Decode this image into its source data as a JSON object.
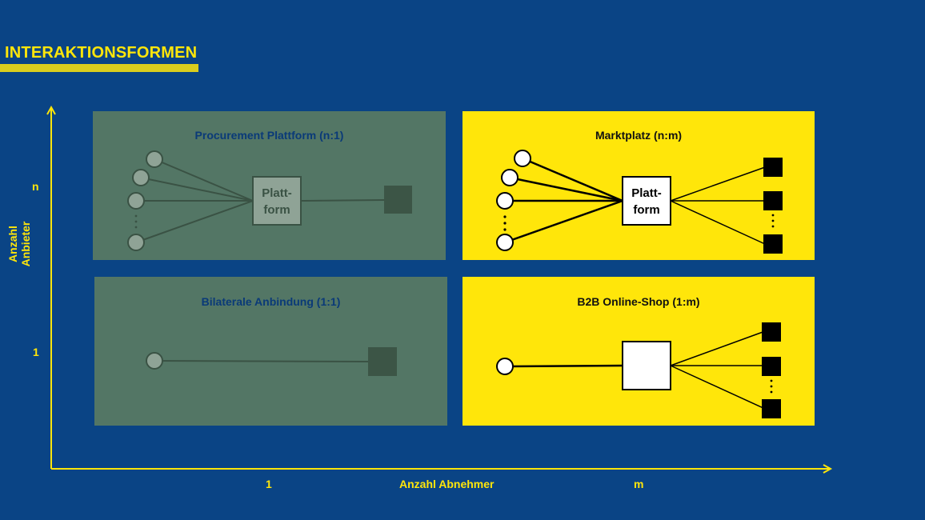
{
  "header": {
    "title": "INTERAKTIONSFORMEN"
  },
  "axes": {
    "x_label": "Anzahl Abnehmer",
    "x_tick_low": "1",
    "x_tick_high": "m",
    "y_label_line1": "Anzahl",
    "y_label_line2": "Anbieter",
    "y_tick_low": "1",
    "y_tick_high": "n"
  },
  "panels": {
    "procurement": {
      "title": "Procurement Plattform (n:1)",
      "node_line1": "Platt-",
      "node_line2": "form"
    },
    "marktplatz": {
      "title": "Marktplatz (n:m)",
      "node_line1": "Platt-",
      "node_line2": "form"
    },
    "bilateral": {
      "title": "Bilaterale Anbindung (1:1)"
    },
    "b2b_shop": {
      "title": "B2B Online-Shop (1:m)"
    }
  },
  "colors": {
    "background": "#0a4485",
    "accent_yellow": "#ffe60a",
    "panel_green": "#537665",
    "green_stroke": "#3a5244",
    "green_circle_fill": "#8fa396",
    "green_square_fill": "#3c5546"
  }
}
